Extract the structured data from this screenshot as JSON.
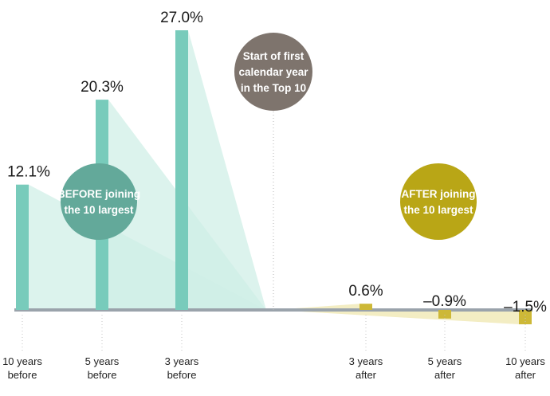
{
  "chart_data": {
    "type": "bar",
    "categories": [
      "10 years before",
      "5 years before",
      "3 years before",
      "3 years after",
      "5 years after",
      "10 years after"
    ],
    "values": [
      12.1,
      20.3,
      27.0,
      0.6,
      -0.9,
      -1.5
    ],
    "value_labels": [
      "12.1%",
      "20.3%",
      "27.0%",
      "0.6%",
      "–0.9%",
      "–1.5%"
    ],
    "tick_labels": [
      [
        "10 years",
        "before"
      ],
      [
        "5 years",
        "before"
      ],
      [
        "3 years",
        "before"
      ],
      [
        "3 years",
        "after"
      ],
      [
        "5 years",
        "after"
      ],
      [
        "10 years",
        "after"
      ]
    ],
    "annotations": {
      "start": [
        "Start of first",
        "calendar year",
        "in the Top 10"
      ],
      "before": [
        "BEFORE joining",
        "the 10 largest"
      ],
      "after": [
        "AFTER joining",
        "the 10 largest"
      ]
    },
    "colors": {
      "before_bar": "#78cbbb",
      "before_fill": "#cfeee6",
      "after_bar": "#cdb837",
      "after_fill": "#f3edc3",
      "axis": "#9aa3ab",
      "before_bubble": "#63a99a",
      "after_bubble": "#b9a616",
      "start_bubble": "#7e746d"
    },
    "grid": false,
    "legend": "none"
  }
}
